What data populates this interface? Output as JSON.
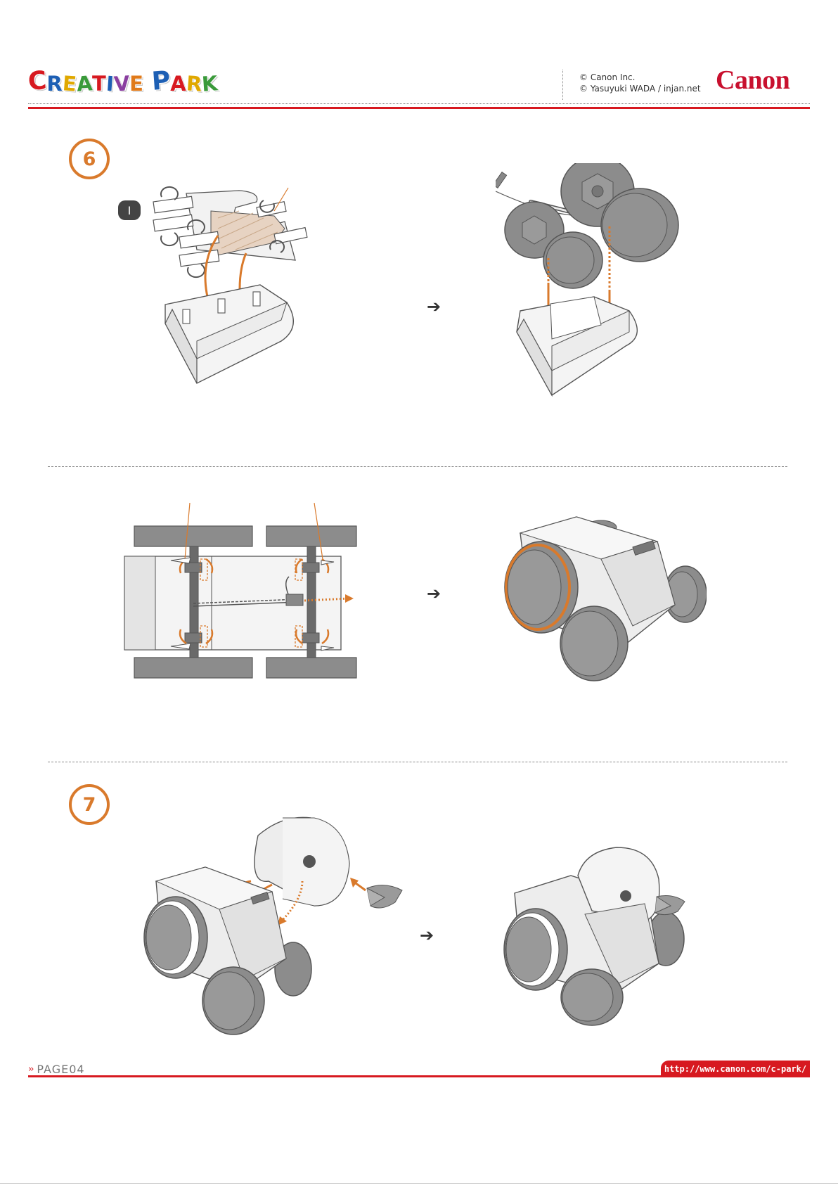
{
  "header": {
    "logo_letters": [
      {
        "ch": "C",
        "color": "#d71920",
        "big": true
      },
      {
        "ch": "R",
        "color": "#1d5fb4",
        "big": false
      },
      {
        "ch": "E",
        "color": "#e0a800",
        "big": false
      },
      {
        "ch": "A",
        "color": "#3a9a3a",
        "big": false
      },
      {
        "ch": "T",
        "color": "#d71920",
        "big": false
      },
      {
        "ch": "I",
        "color": "#1d5fb4",
        "big": false
      },
      {
        "ch": "V",
        "color": "#8a3fa0",
        "big": false
      },
      {
        "ch": "E",
        "color": "#e07a1a",
        "big": false
      },
      {
        "ch": " ",
        "color": "#000000",
        "big": false
      },
      {
        "ch": "P",
        "color": "#1d5fb4",
        "big": true
      },
      {
        "ch": "A",
        "color": "#d71920",
        "big": false
      },
      {
        "ch": "R",
        "color": "#e0a800",
        "big": false
      },
      {
        "ch": "K",
        "color": "#3a9a3a",
        "big": false
      }
    ],
    "copyright_line1": "© Canon Inc.",
    "copyright_line2": "© Yasuyuki WADA / injan.net",
    "brand": "Canon"
  },
  "steps": [
    {
      "number": "6"
    },
    {
      "number": "7"
    }
  ],
  "sub_step_marker": "I",
  "arrow_glyph": "➔",
  "colors": {
    "accent_orange": "#d97a2c",
    "brand_red": "#d71920",
    "wheel_gray": "#8c8c8c",
    "body_gray": "#e6e6e6"
  },
  "footer": {
    "chevrons": "››",
    "page_label": "PAGE04",
    "url": "http://www.canon.com/c-park/"
  }
}
